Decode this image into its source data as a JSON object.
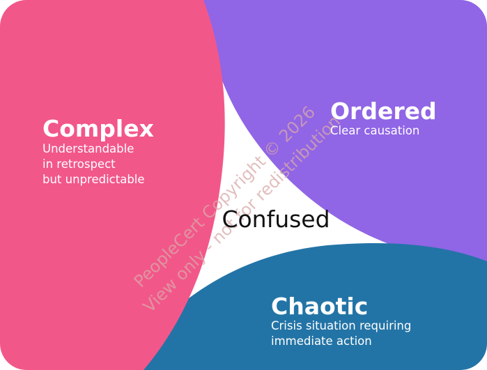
{
  "domains": {
    "complex": {
      "title": "Complex",
      "lines": [
        "Understandable",
        "in retrospect",
        "but unpredictable"
      ],
      "color": "#f2578a"
    },
    "ordered": {
      "title": "Ordered",
      "lines": [
        "Clear causation"
      ],
      "color": "#9065e6"
    },
    "chaotic": {
      "title": "Chaotic",
      "lines": [
        "Crisis situation requiring",
        "immediate action"
      ],
      "color": "#2374a6"
    },
    "confused": {
      "title": "Confused"
    }
  },
  "watermark": {
    "line1": "PeopleCert Copyright © 2026",
    "line2": "View only - not for redistribution"
  }
}
